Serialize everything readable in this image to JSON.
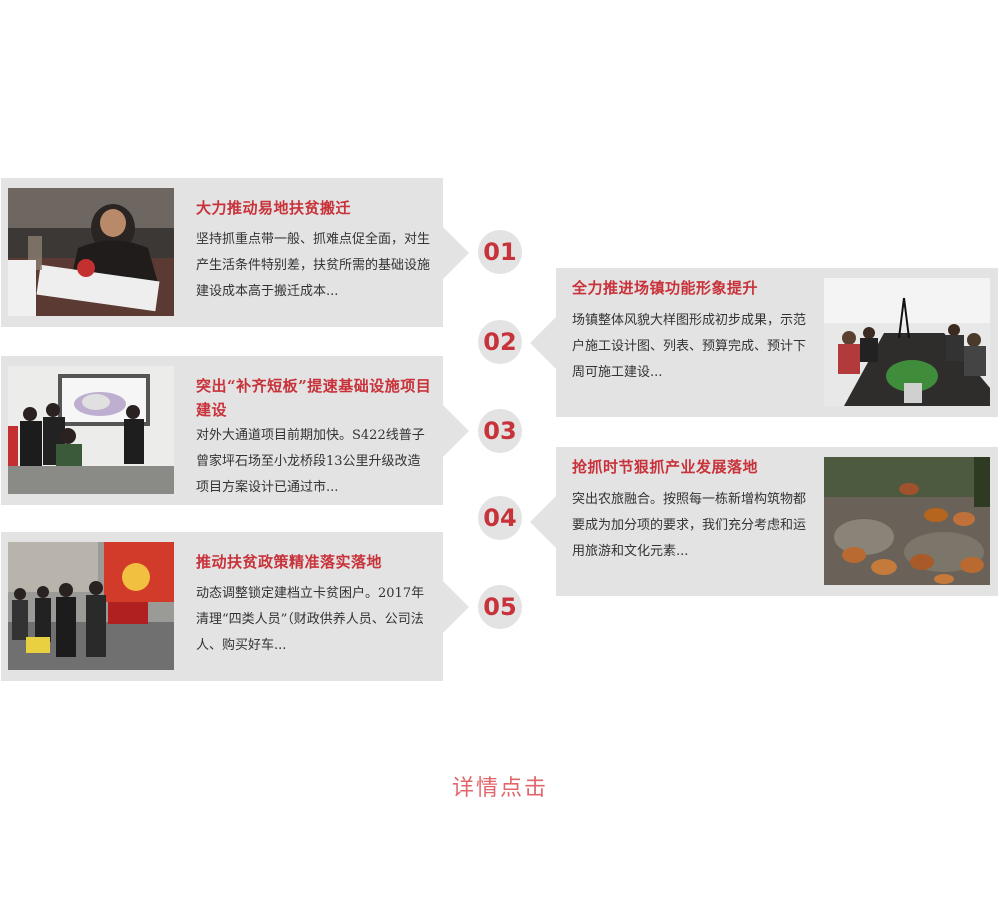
{
  "items": [
    {
      "number": "01",
      "title": "大力推动易地扶贫搬迁",
      "desc": "坚持抓重点带一般、抓难点促全面，对生产生活条件特别差，扶贫所需的基础设施建设成本高于搬迁成本...",
      "photo_icon": "photo-signing-document"
    },
    {
      "number": "02",
      "title": "全力推进场镇功能形象提升",
      "desc": "场镇整体风貌大样图形成初步成果，示范户施工设计图、列表、预算完成、预计下周可施工建设...",
      "photo_icon": "photo-meeting-table"
    },
    {
      "number": "03",
      "title": "突出“补齐短板”提速基础设施项目建设",
      "desc": "对外大通道项目前期加快。S422线普子曾家坪石场至小龙桥段13公里升级改造项目方案设计已通过市...",
      "photo_icon": "photo-presentation-screen"
    },
    {
      "number": "04",
      "title": "抢抓时节狠抓产业发展落地",
      "desc": "突出农旅融合。按照每一栋新增构筑物都要成为加分项的要求，我们充分考虑和运用旅游和文化元素...",
      "photo_icon": "photo-chickens-farm"
    },
    {
      "number": "05",
      "title": "推动扶贫政策精准落实落地",
      "desc": "动态调整锁定建档立卡贫困户。2017年清理“四类人员”（财政供养人员、公司法人、购买好车...",
      "photo_icon": "photo-crowd-banner"
    }
  ],
  "more_link": "详情点击",
  "colors": {
    "accent": "#c8323a",
    "card_bg": "#e3e3e3",
    "link": "#e0666b",
    "text": "#333333"
  }
}
